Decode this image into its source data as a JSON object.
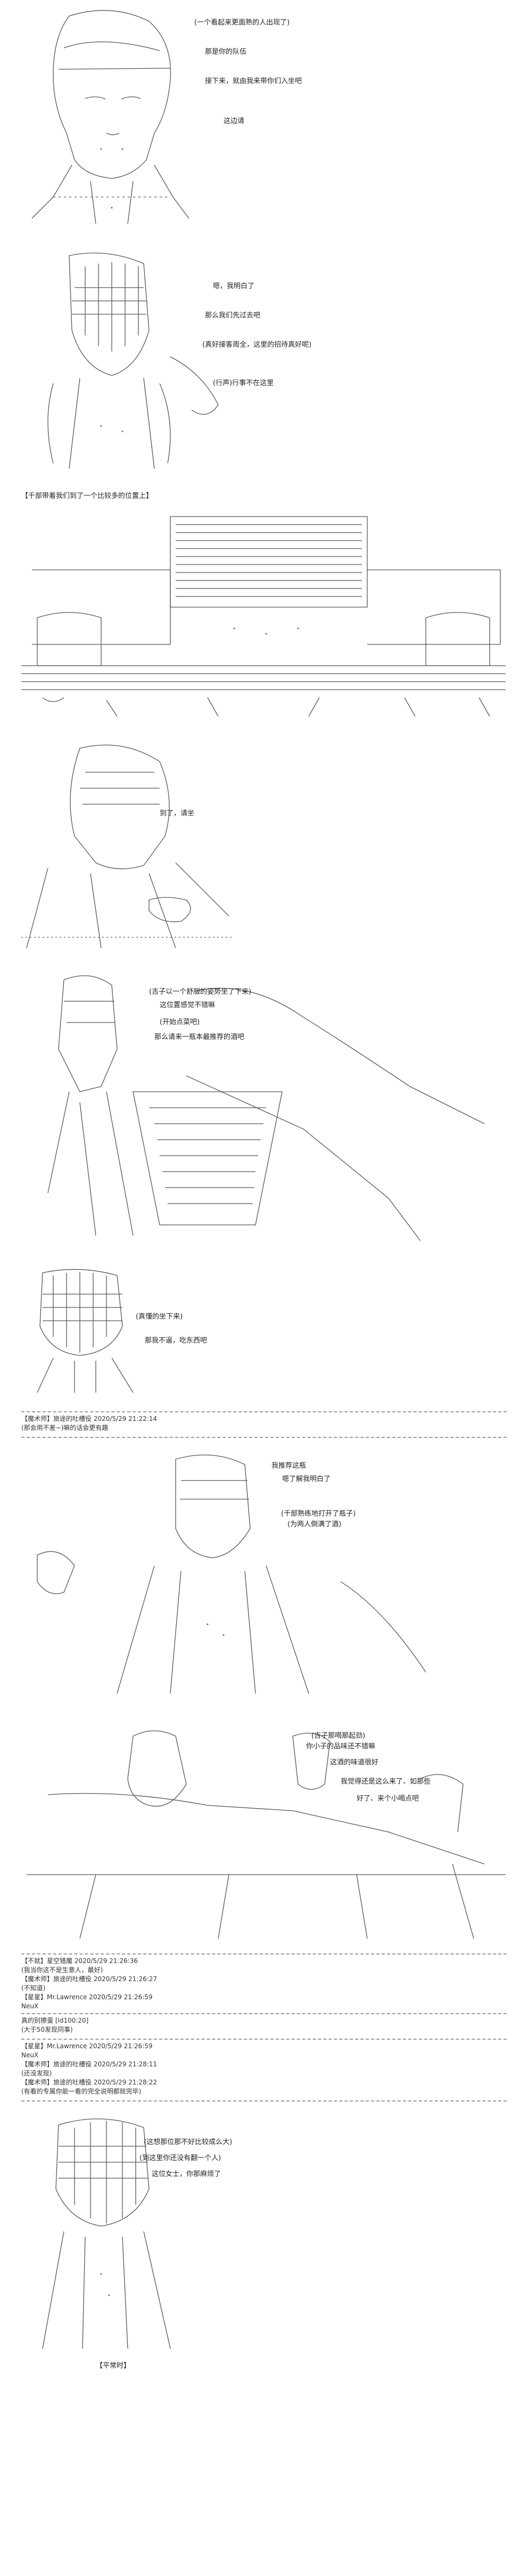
{
  "p1": {
    "lines": [
      "(一个看起来更面熟的人出现了)",
      "那是你的队伍",
      "接下来，就由我来带你们入坐吧",
      "这边请"
    ]
  },
  "p2": {
    "lines": [
      "嗯，我明白了",
      "那么我们先过去吧",
      "(真好接客周全，这里的招待真好呢)",
      "(行声)行事不在这里"
    ]
  },
  "p3": {
    "lines": [
      "【千部带着我们到了一个比较多的位置上】"
    ]
  },
  "p4": {
    "lines": [
      "到了，请坐"
    ]
  },
  "p5": {
    "lines": [
      "(吉子以一个舒服的姿势坐了下来)",
      "这位置感觉不错嘛",
      "(开始点菜吧)",
      "那么请来一瓶本最推荐的酒吧"
    ]
  },
  "p6": {
    "lines": [
      "(真懂的坐下来)",
      "那我不逼，吃东西吧"
    ]
  },
  "log1": {
    "lines": [
      "【魔术师】旅途的吐槽役 2020/5/29 21:22:14",
      "(那会用不差~)嘛的话会更有趣"
    ]
  },
  "p7": {
    "lines": [
      "我推荐这瓶",
      "嗯了解我明白了",
      "(千部熟练地打开了瓶子)",
      "(为两人倒满了酒)"
    ]
  },
  "p8": {
    "lines": [
      "(吉子那喝那起劲)",
      "你小子的品味还不错嘛",
      "这酒的味道很好",
      "我觉得还是这么来了、如那些",
      "好了、来个小喝点吧"
    ]
  },
  "log2": {
    "lines": [
      "【不就】星空猎魔 2020/5/29 21:26:36",
      "(我当你这不是生意人，最好)",
      "【魔术师】旅途的吐槽役 2020/5/29 21:26:27",
      "(不知道)",
      "【星星】Mr.Lawrence 2020/5/29 21:26:59",
      "NeuX"
    ]
  },
  "log3": {
    "lines": [
      "真的别擦蛋 [ld100:20]",
      "(大于50发现同事)"
    ]
  },
  "log4": {
    "lines": [
      "【星星】Mr.Lawrence 2020/5/29 21:26:59",
      "NeuX",
      "【魔术师】旅途的吐槽役 2020/5/29 21:28:11",
      "(还没发现)",
      "【魔术师】旅途的吐槽役 2020/5/29 21:28:22",
      "(有看的专属你能一看的完全说明都就完毕)"
    ]
  },
  "p9": {
    "lines": [
      "(这想那位那不好比较成么大)",
      "(到这里你还没有翻一个人)",
      "这位女士，你那麻烦了",
      "【平常时】"
    ]
  }
}
